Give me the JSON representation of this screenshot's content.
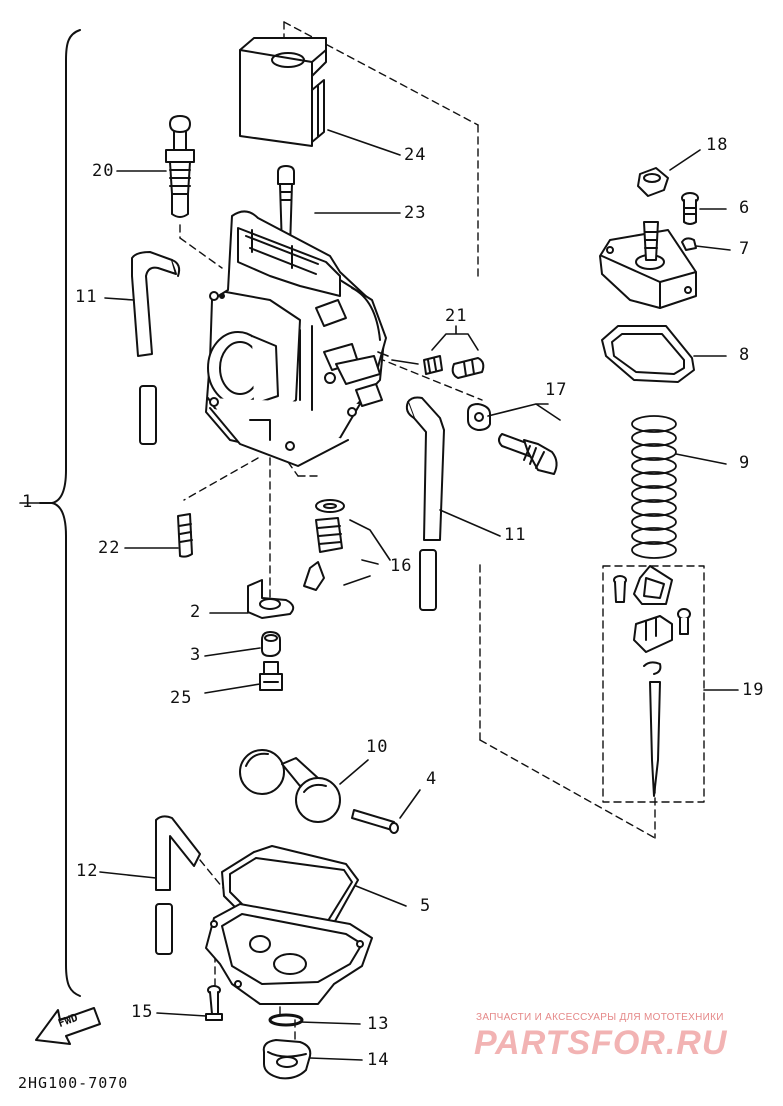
{
  "diagram": {
    "callouts": {
      "c1": "1",
      "c2": "2",
      "c3": "3",
      "c4": "4",
      "c5": "5",
      "c6": "6",
      "c7": "7",
      "c8": "8",
      "c9": "9",
      "c10": "10",
      "c11a": "11",
      "c11b": "11",
      "c12": "12",
      "c13": "13",
      "c14": "14",
      "c15": "15",
      "c16": "16",
      "c17": "17",
      "c18": "18",
      "c19": "19",
      "c20": "20",
      "c21": "21",
      "c22": "22",
      "c23": "23",
      "c24": "24",
      "c25": "25"
    },
    "diagram_code": "2HG100-7070",
    "fwd_label": "FWD"
  },
  "watermark": {
    "tagline": "ЗАПЧАСТИ И АКСЕССУАРЫ ДЛЯ МОТОТЕХНИКИ",
    "brand": "PARTSFOR.RU"
  }
}
